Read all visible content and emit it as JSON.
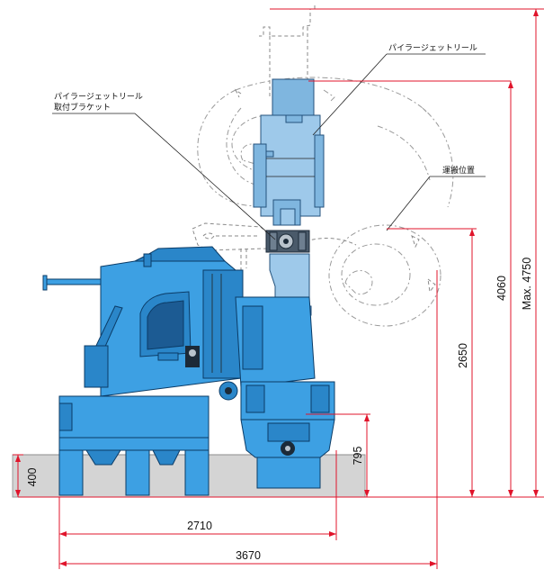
{
  "labels": {
    "reel": "パイラージェットリール",
    "bracket_line1": "パイラージェットリール",
    "bracket_line2": "取付ブラケット",
    "transport": "運搬位置"
  },
  "dimensions": {
    "max_height": "Max. 4750",
    "h4060": "4060",
    "h2650": "2650",
    "h795": "795",
    "h400": "400",
    "w2710": "2710",
    "w3670": "3670"
  },
  "colors": {
    "machine": "#3da0e3",
    "reel": "#9ec9ea",
    "dimension": "#e0142b",
    "ground": "#d4d4d4"
  }
}
